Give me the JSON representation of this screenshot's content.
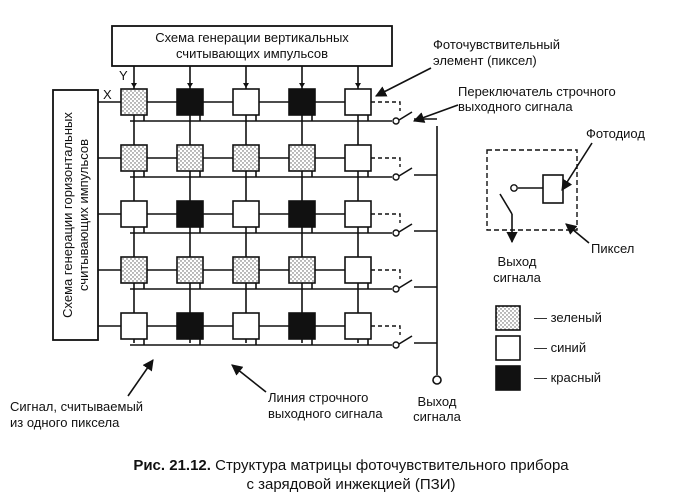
{
  "vertical_gen_label_1": "Схема генерации вертикальных",
  "vertical_gen_label_2": "считывающих импульсов",
  "horizontal_gen_label_1": "Схема генерации горизонтальных",
  "horizontal_gen_label_2": "считывающих импульсов",
  "axis_y": "Y",
  "axis_x": "X",
  "pixel_element_label_1": "Фоточувствительный",
  "pixel_element_label_2": "элемент (пиксел)",
  "row_switch_label_1": "Переключатель строчного",
  "row_switch_label_2": "выходного сигнала",
  "photodiode_label": "Фотодиод",
  "pixel_label": "Пиксел",
  "signal_out_label_1": "Выход",
  "signal_out_label_2": "сигнала",
  "legend": [
    {
      "color": "green",
      "label": "— зеленый"
    },
    {
      "color": "blue",
      "label": "— синий"
    },
    {
      "color": "red",
      "label": "— красный"
    }
  ],
  "single_pixel_signal_label_1": "Сигнал, считываемый",
  "single_pixel_signal_label_2": "из одного пиксела",
  "row_line_label_1": "Линия строчного",
  "row_line_label_2": "выходного сигнала",
  "main_output_label_1": "Выход",
  "main_output_label_2": "сигнала",
  "caption_bold": "Рис. 21.12.",
  "caption_line_1": " Структура матрицы фоточувствительного прибора",
  "caption_line_2": "с зарядовой инжекцией (ПЗИ)",
  "pixel_grid": [
    [
      "green",
      "red",
      "blue",
      "red",
      "blue"
    ],
    [
      "green",
      "green",
      "green",
      "green",
      "blue"
    ],
    [
      "blue",
      "red",
      "blue",
      "red",
      "blue"
    ],
    [
      "green",
      "green",
      "green",
      "green",
      "blue"
    ],
    [
      "blue",
      "red",
      "blue",
      "red",
      "blue"
    ]
  ],
  "colors": {
    "green": "#d6d6d6",
    "blue": "#ffffff",
    "red": "#111111"
  }
}
